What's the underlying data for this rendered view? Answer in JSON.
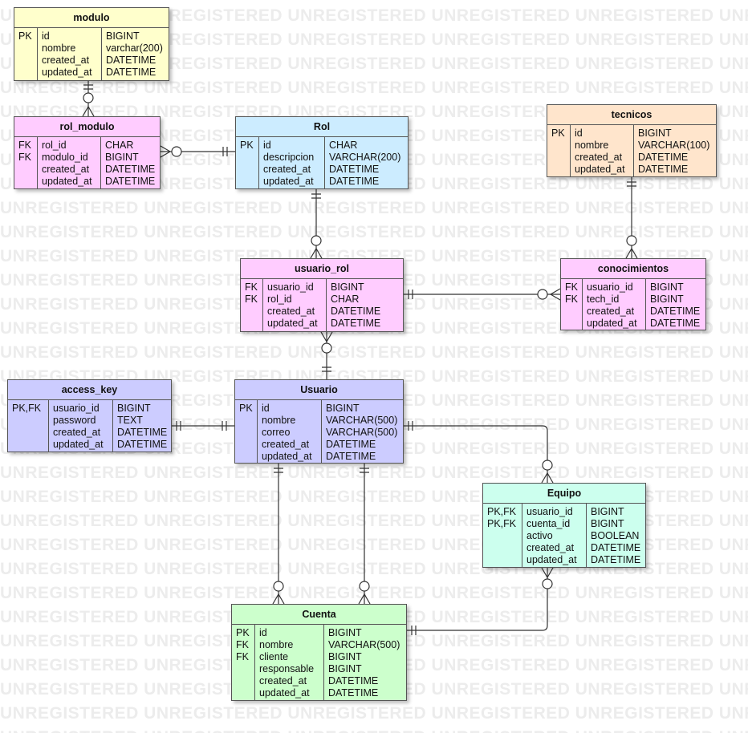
{
  "watermark": "UNREGISTERED",
  "colors": {
    "yellow": "#ffffcc",
    "pink": "#ffccff",
    "blue": "#ccecff",
    "peach": "#ffe5cc",
    "purple": "#ccccff",
    "cyan": "#ccffee",
    "green": "#ccffcc",
    "line": "#333333"
  },
  "entities": {
    "modulo": {
      "title": "modulo",
      "keys": [
        "PK",
        "",
        "",
        ""
      ],
      "columns": [
        "id",
        "nombre",
        "created_at",
        "updated_at"
      ],
      "types": [
        "BIGINT",
        "varchar(200)",
        "DATETIME",
        "DATETIME"
      ]
    },
    "rol_modulo": {
      "title": "rol_modulo",
      "keys": [
        "FK",
        "FK",
        "",
        ""
      ],
      "columns": [
        "rol_id",
        "modulo_id",
        "created_at",
        "updated_at"
      ],
      "types": [
        "CHAR",
        "BIGINT",
        "DATETIME",
        "DATETIME"
      ]
    },
    "rol": {
      "title": "Rol",
      "keys": [
        "PK",
        "",
        "",
        ""
      ],
      "columns": [
        "id",
        "descripcion",
        "created_at",
        "updated_at"
      ],
      "types": [
        "CHAR",
        "VARCHAR(200)",
        "DATETIME",
        "DATETIME"
      ]
    },
    "tecnicos": {
      "title": "tecnicos",
      "keys": [
        "PK",
        "",
        "",
        ""
      ],
      "columns": [
        "id",
        "nombre",
        "created_at",
        "updated_at"
      ],
      "types": [
        "BIGINT",
        "VARCHAR(100)",
        "DATETIME",
        "DATETIME"
      ]
    },
    "usuario_rol": {
      "title": "usuario_rol",
      "keys": [
        "FK",
        "FK",
        "",
        ""
      ],
      "columns": [
        "usuario_id",
        "rol_id",
        "created_at",
        "updated_at"
      ],
      "types": [
        "BIGINT",
        "CHAR",
        "DATETIME",
        "DATETIME"
      ]
    },
    "conocimientos": {
      "title": "conocimientos",
      "keys": [
        "FK",
        "FK",
        "",
        ""
      ],
      "columns": [
        "usuario_id",
        "tech_id",
        "created_at",
        "updated_at"
      ],
      "types": [
        "BIGINT",
        "BIGINT",
        "DATETIME",
        "DATETIME"
      ]
    },
    "access_key": {
      "title": "access_key",
      "keys": [
        "PK,FK",
        "",
        "",
        ""
      ],
      "columns": [
        "usuario_id",
        "password",
        "created_at",
        "updated_at"
      ],
      "types": [
        "BIGINT",
        "TEXT",
        "DATETIME",
        "DATETIME"
      ]
    },
    "usuario": {
      "title": "Usuario",
      "keys": [
        "PK",
        "",
        "",
        "",
        ""
      ],
      "columns": [
        "id",
        "nombre",
        "correo",
        "created_at",
        "updated_at"
      ],
      "types": [
        "BIGINT",
        "VARCHAR(500)",
        "VARCHAR(500)",
        "DATETIME",
        "DATETIME"
      ]
    },
    "equipo": {
      "title": "Equipo",
      "keys": [
        "PK,FK",
        "PK,FK",
        "",
        "",
        ""
      ],
      "columns": [
        "usuario_id",
        "cuenta_id",
        "activo",
        "created_at",
        "updated_at"
      ],
      "types": [
        "BIGINT",
        "BIGINT",
        "BOOLEAN",
        "DATETIME",
        "DATETIME"
      ]
    },
    "cuenta": {
      "title": "Cuenta",
      "keys": [
        "PK",
        "FK",
        "FK",
        "",
        "",
        ""
      ],
      "columns": [
        "id",
        "nombre",
        "cliente",
        "responsable",
        "created_at",
        "updated_at"
      ],
      "types": [
        "BIGINT",
        "VARCHAR(500)",
        "BIGINT",
        "BIGINT",
        "DATETIME",
        "DATETIME"
      ]
    }
  }
}
